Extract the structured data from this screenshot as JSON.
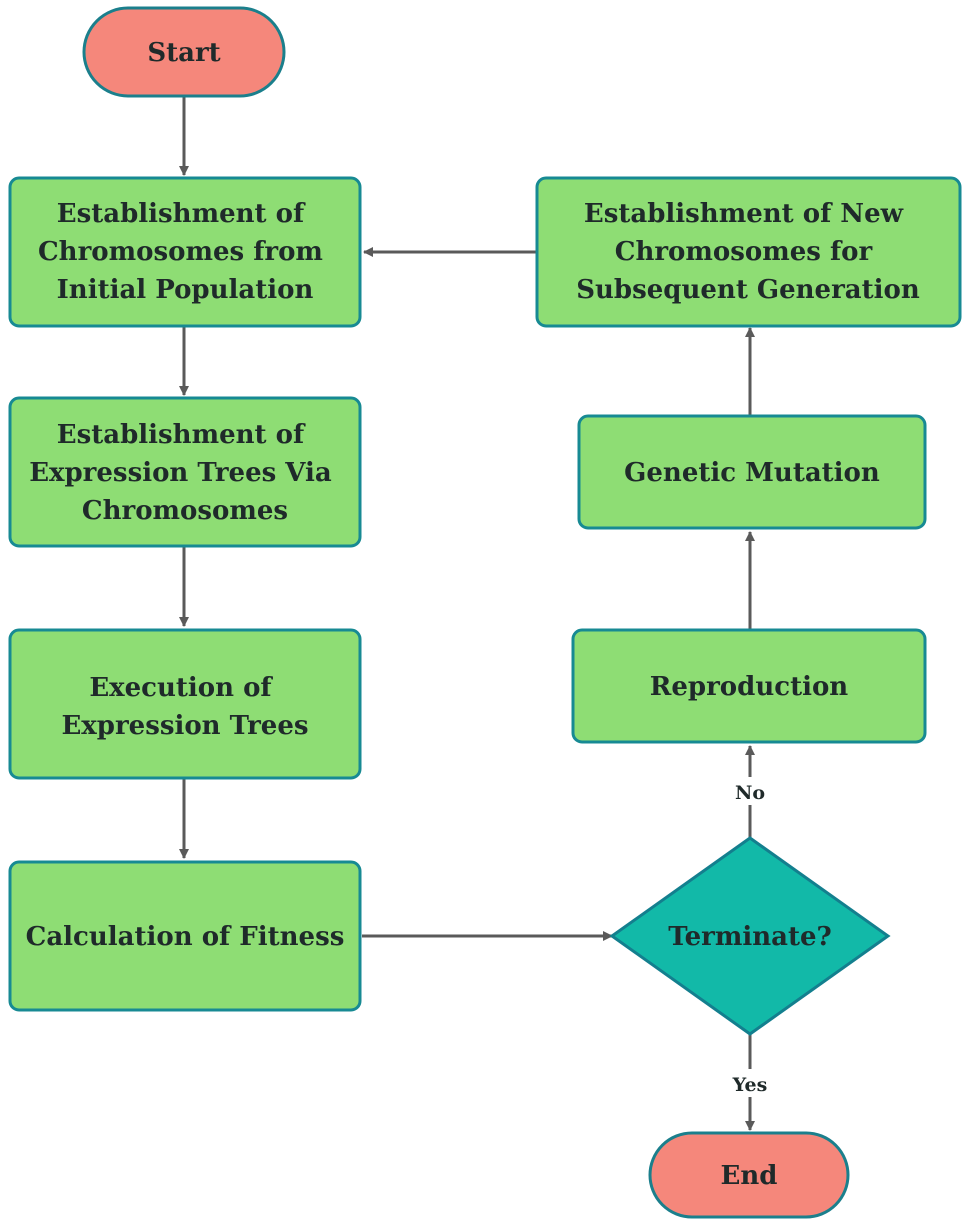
{
  "colors": {
    "terminal_fill": "#f5877b",
    "terminal_stroke": "#1b7f8c",
    "process_fill": "#8edd74",
    "process_stroke": "#178a93",
    "decision_fill": "#12b9a8",
    "decision_stroke": "#137f8e",
    "arrow": "#5a5a5a"
  },
  "nodes": {
    "start": {
      "label": "Start"
    },
    "init_population": {
      "lines": [
        "Establishment of",
        "Chromosomes from",
        "Initial Population"
      ]
    },
    "expression_trees": {
      "lines": [
        "Establishment of",
        "Expression Trees Via",
        "Chromosomes"
      ]
    },
    "execution": {
      "lines": [
        "Execution of",
        "Expression Trees"
      ]
    },
    "fitness": {
      "label": "Calculation of Fitness"
    },
    "terminate": {
      "label": "Terminate?"
    },
    "reproduction": {
      "label": "Reproduction"
    },
    "mutation": {
      "label": "Genetic Mutation"
    },
    "new_chromosomes": {
      "lines": [
        "Establishment of New",
        "Chromosomes for",
        "Subsequent Generation"
      ]
    },
    "end": {
      "label": "End"
    }
  },
  "edges": {
    "no_label": "No",
    "yes_label": "Yes"
  }
}
